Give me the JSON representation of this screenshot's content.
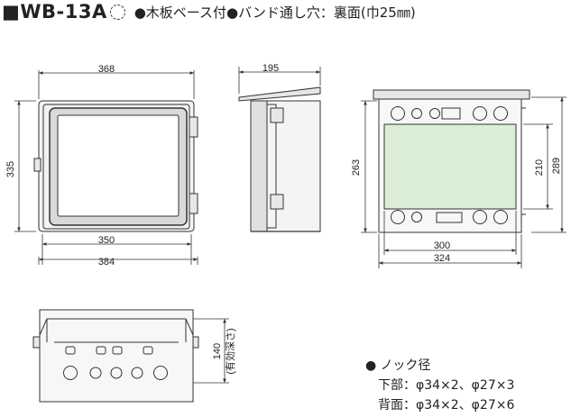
{
  "title": {
    "prefix": "■",
    "model": "WB-13A",
    "description": "●木板ベース付●バンド通し穴：裏面(巾25㎜)"
  },
  "dimensions": {
    "front_width_outer": "368",
    "front_height": "335",
    "front_width_inner": "350",
    "front_width_total": "384",
    "side_depth": "195",
    "back_height_plate": "263",
    "back_height_inner": "210",
    "back_height_outer": "289",
    "back_width_inner": "300",
    "back_width_outer": "324",
    "bottom_depth": "140",
    "bottom_depth_note": "(有効深さ)"
  },
  "notes": {
    "heading": "ノック径",
    "lower_label": "下部：",
    "lower_value": "φ34×2、φ27×3",
    "back_label": "背面：",
    "back_value": "φ34×2、φ27×6"
  }
}
